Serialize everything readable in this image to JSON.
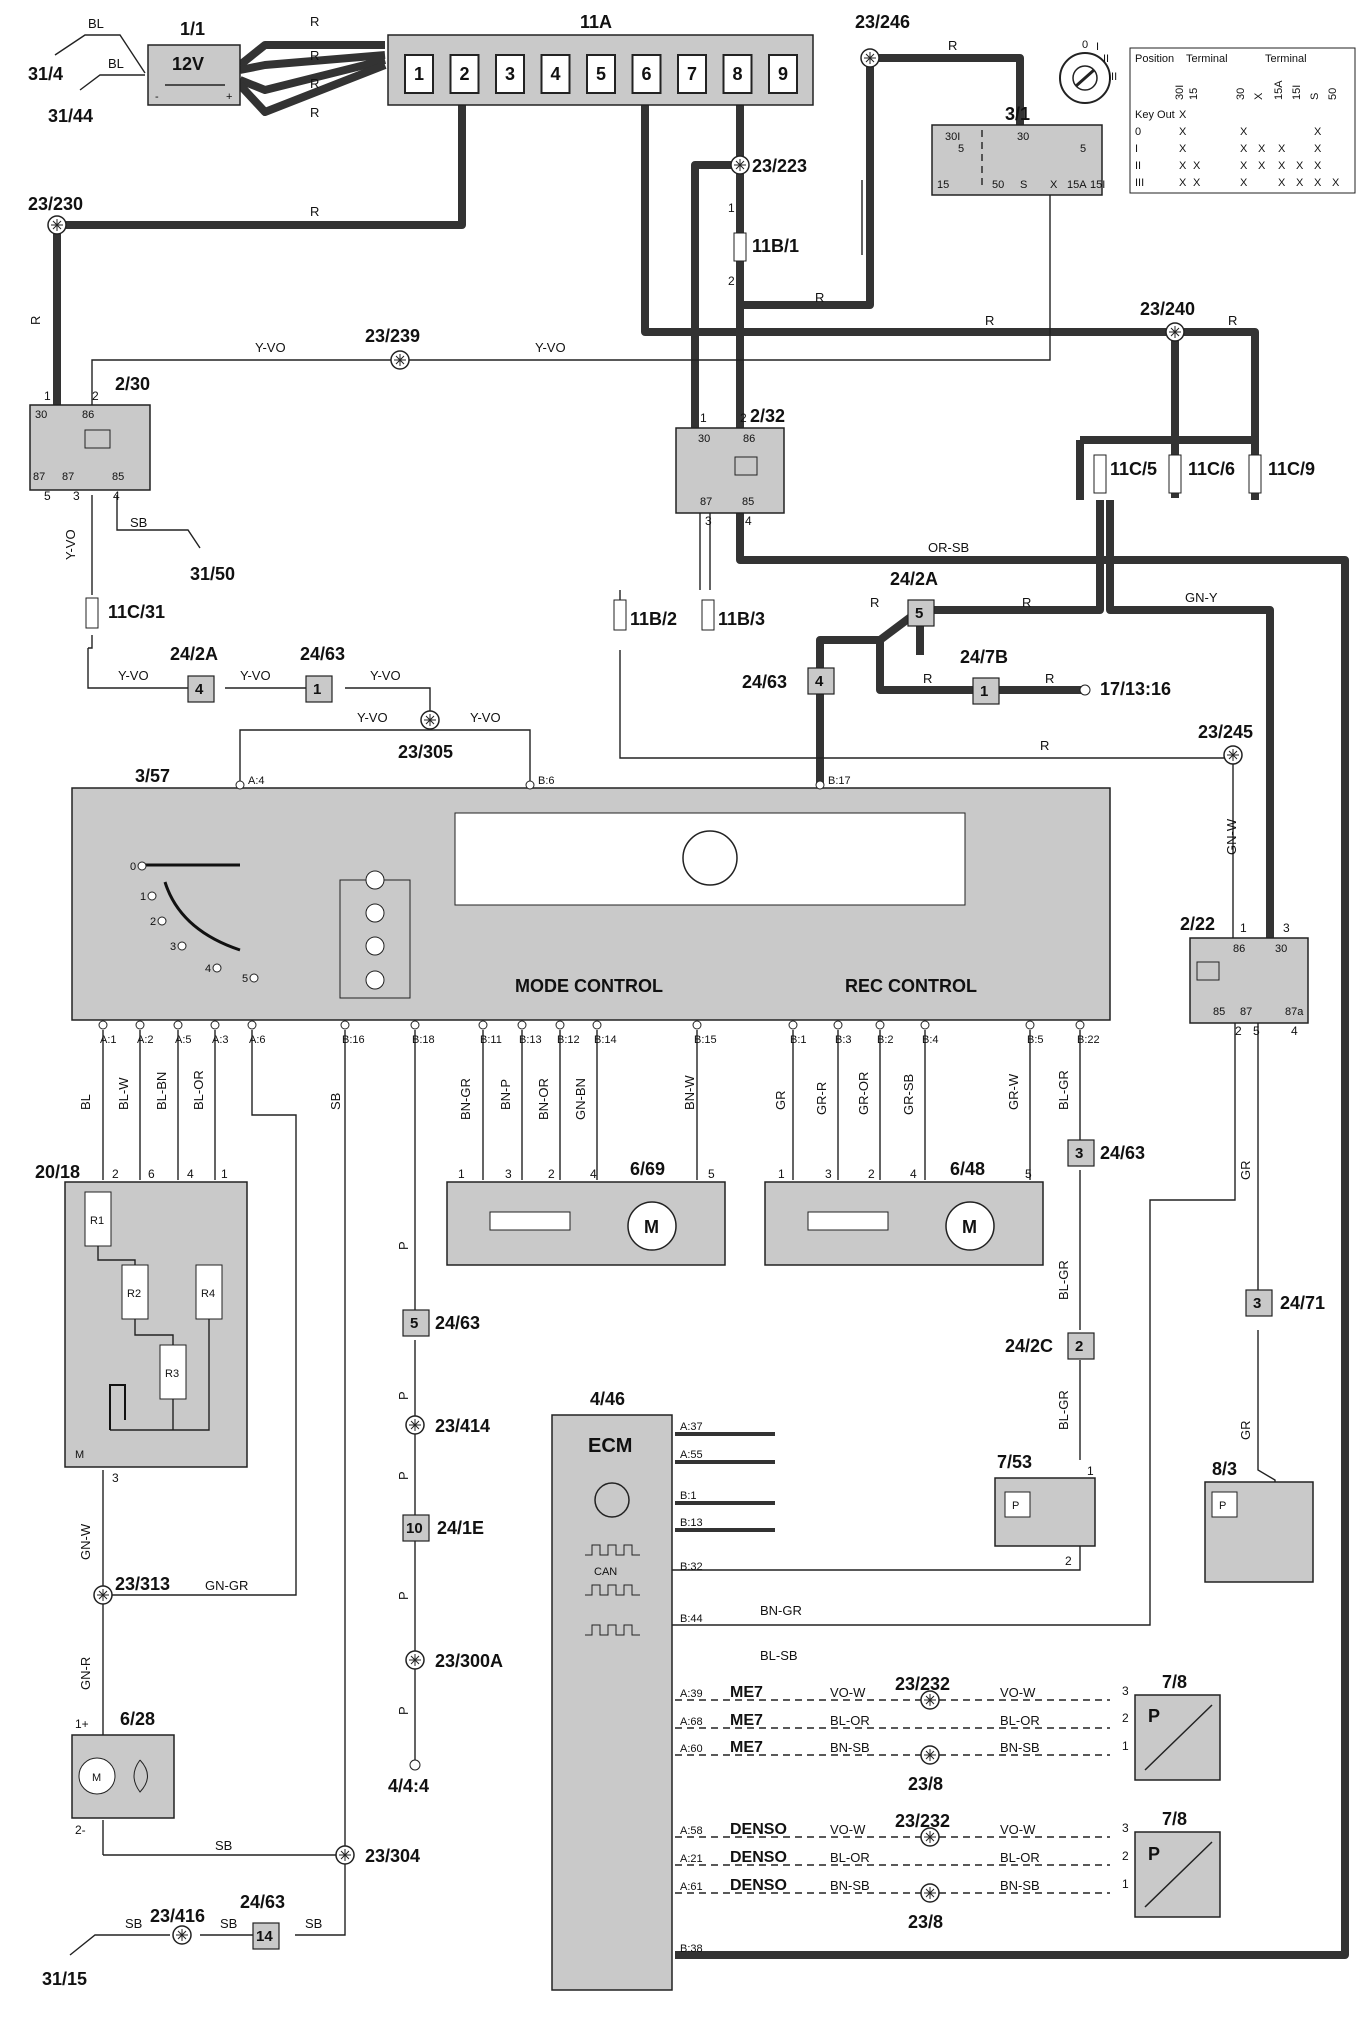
{
  "components": {
    "battery": {
      "id": "1/1",
      "voltage": "12V"
    },
    "fuse_box_11a": {
      "id": "11A",
      "slots": [
        "1",
        "2",
        "3",
        "4",
        "5",
        "6",
        "7",
        "8",
        "9"
      ]
    },
    "ground_31_4": "31/4",
    "ground_31_44": "31/44",
    "ground_31_50": "31/50",
    "ground_31_15": "31/15",
    "ignition_switch": {
      "id": "3/1",
      "terminals": [
        "30I",
        "5",
        "30",
        "5",
        "15",
        "50",
        "S",
        "X",
        "15A",
        "15I"
      ]
    },
    "relay_2_30": {
      "id": "2/30",
      "pins": [
        "30",
        "86",
        "87",
        "87",
        "85",
        "5",
        "3",
        "4",
        "1",
        "2"
      ]
    },
    "relay_2_32": {
      "id": "2/32",
      "pins": [
        "30",
        "86",
        "87",
        "85",
        "1",
        "2",
        "3",
        "4"
      ]
    },
    "relay_2_22": {
      "id": "2/22",
      "pins": [
        "86",
        "30",
        "85",
        "87",
        "87a",
        "1",
        "3",
        "2",
        "5",
        "4"
      ]
    },
    "fuse_11b1": "11B/1",
    "fuse_11b2": "11B/2",
    "fuse_11b3": "11B/3",
    "fuse_11c5": "11C/5",
    "fuse_11c6": "11C/6",
    "fuse_11c9": "11C/9",
    "fuse_11c31": "11C/31",
    "climate_module": {
      "id": "3/57",
      "mode_label": "MODE CONTROL",
      "rec_label": "REC CONTROL",
      "switch_positions": [
        "0",
        "1",
        "2",
        "3",
        "4",
        "5"
      ]
    },
    "blower_resistor": {
      "id": "20/18",
      "resistors": [
        "R1",
        "R2",
        "R3",
        "R4"
      ],
      "motor_pin": "M"
    },
    "mode_motor": {
      "id": "6/69",
      "motor": "M"
    },
    "rec_motor": {
      "id": "6/48",
      "motor": "M"
    },
    "blower_fan": {
      "id": "6/28",
      "motor": "M",
      "pin_pos": "1+",
      "pin_neg": "2-"
    },
    "ecm": {
      "id": "4/46",
      "title": "ECM",
      "can": "CAN"
    },
    "pressure_7_53": {
      "id": "7/53",
      "symbol": "P"
    },
    "pressure_8_3": {
      "id": "8/3",
      "symbol": "P"
    },
    "sensor_7_8_a": {
      "id": "7/8",
      "symbol": "P"
    },
    "sensor_7_8_b": {
      "id": "7/8",
      "symbol": "P"
    }
  },
  "splices": [
    "23/246",
    "23/223",
    "23/230",
    "23/239",
    "23/240",
    "23/305",
    "23/245",
    "23/313",
    "23/304",
    "23/416",
    "23/414",
    "23/300A",
    "23/232",
    "23/8"
  ],
  "connectors": {
    "c_24_2a_yvo": {
      "id": "24/2A",
      "pin": "4"
    },
    "c_24_63_yvo": {
      "id": "24/63",
      "pin": "1"
    },
    "c_24_2a_r": {
      "id": "24/2A",
      "pin": "5"
    },
    "c_24_63_r": {
      "id": "24/63",
      "pin": "4"
    },
    "c_24_7b": {
      "id": "24/7B",
      "pin": "1"
    },
    "c_24_63_blgr": {
      "id": "24/63",
      "pin": "3"
    },
    "c_24_2c": {
      "id": "24/2C",
      "pin": "2"
    },
    "c_24_71": {
      "id": "24/71",
      "pin": "3"
    },
    "c_24_63_p": {
      "id": "24/63",
      "pin": "5"
    },
    "c_24_1e": {
      "id": "24/1E",
      "pin": "10"
    },
    "c_24_63_sb": {
      "id": "24/63",
      "pin": "14"
    },
    "ref_17_13_16": "17/13:16",
    "ref_4_4_4": "4/4:4"
  },
  "wire_colors": [
    "BL",
    "R",
    "Y-VO",
    "SB",
    "GN-Y",
    "OR-SB",
    "GN-W",
    "P",
    "GN-GR",
    "GN-R",
    "BL-W",
    "BL-BN",
    "BL-OR",
    "BN-GR",
    "BN-P",
    "BN-OR",
    "GN-BN",
    "BN-W",
    "GR",
    "GR-R",
    "GR-OR",
    "GR-SB",
    "GR-W",
    "BL-GR",
    "VO-W",
    "BL-SB",
    "BN-SB"
  ],
  "module_pins": {
    "top": [
      "A:4",
      "B:6",
      "B:17"
    ],
    "bottom": [
      "A:1",
      "A:2",
      "A:5",
      "A:3",
      "A:6",
      "B:16",
      "B:18",
      "B:11",
      "B:13",
      "B:12",
      "B:14",
      "B:15",
      "B:1",
      "B:3",
      "B:2",
      "B:4",
      "B:5",
      "B:22"
    ]
  },
  "ecm_pins": {
    "digital": [
      "A:37",
      "A:55",
      "B:1",
      "B:13"
    ],
    "can": "B:32",
    "sig": "B:44",
    "me7": [
      {
        "pin": "A:39",
        "label": "ME7",
        "color": "VO-W"
      },
      {
        "pin": "A:68",
        "label": "ME7",
        "color": "BL-OR"
      },
      {
        "pin": "A:60",
        "label": "ME7",
        "color": "BN-SB"
      }
    ],
    "denso": [
      {
        "pin": "A:58",
        "label": "DENSO",
        "color": "VO-W"
      },
      {
        "pin": "A:21",
        "label": "DENSO",
        "color": "BL-OR"
      },
      {
        "pin": "A:61",
        "label": "DENSO",
        "color": "BN-SB"
      }
    ],
    "bottom": "B:38"
  },
  "key_table": {
    "col_position": "Position",
    "col_terminal1": "Terminal",
    "col_terminal2": "Terminal",
    "t1_cols": [
      "30I",
      "15"
    ],
    "t2_cols": [
      "30",
      "X",
      "15A",
      "15I",
      "S",
      "50"
    ],
    "rows": [
      {
        "pos": "Key Out",
        "t1": [
          "X",
          ""
        ],
        "t2": [
          "",
          "",
          "",
          "",
          "",
          ""
        ]
      },
      {
        "pos": "0",
        "t1": [
          "X",
          ""
        ],
        "t2": [
          "X",
          "",
          "",
          "",
          "X",
          ""
        ]
      },
      {
        "pos": "I",
        "t1": [
          "X",
          ""
        ],
        "t2": [
          "X",
          "X",
          "X",
          "",
          "X",
          ""
        ]
      },
      {
        "pos": "II",
        "t1": [
          "X",
          "X"
        ],
        "t2": [
          "X",
          "X",
          "X",
          "X",
          "X",
          ""
        ]
      },
      {
        "pos": "III",
        "t1": [
          "X",
          "X"
        ],
        "t2": [
          "X",
          "",
          "X",
          "X",
          "X",
          "X"
        ]
      }
    ]
  }
}
